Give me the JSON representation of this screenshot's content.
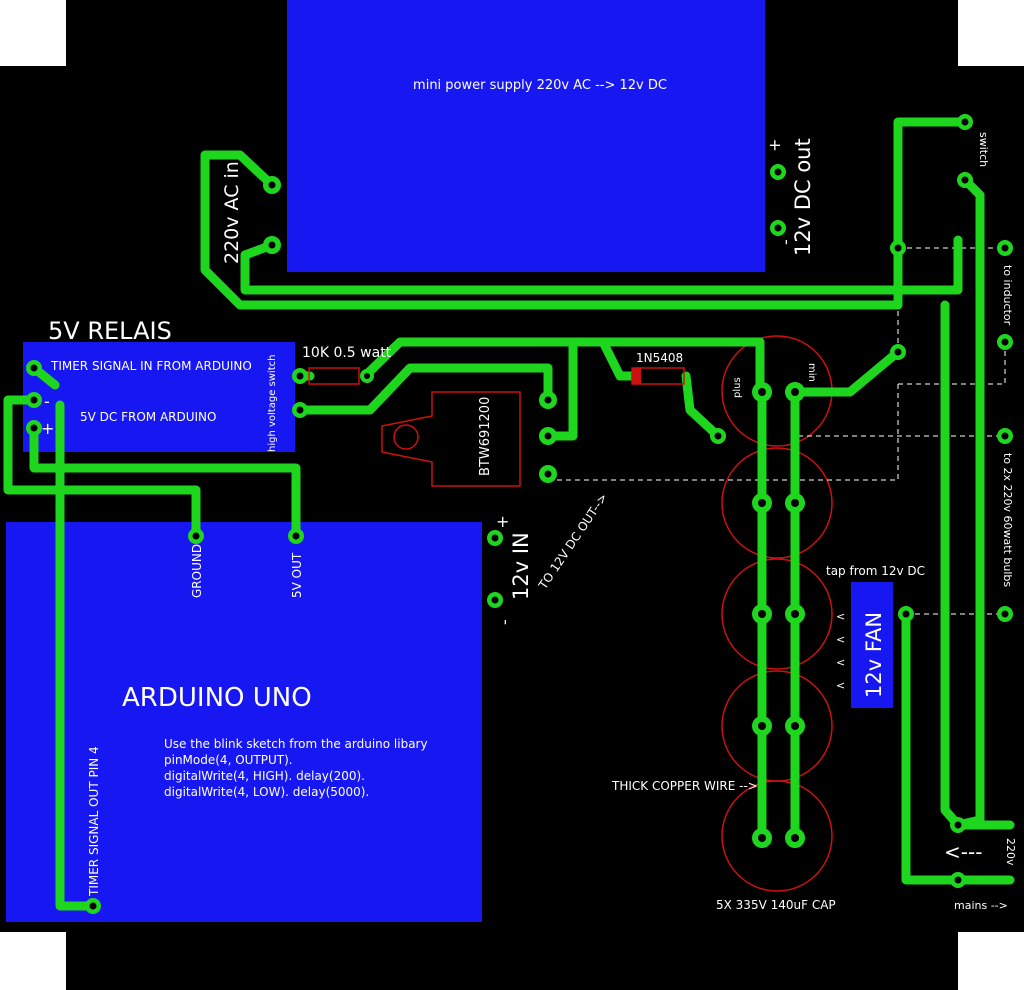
{
  "power_supply": {
    "title": "mini power supply 220v AC --> 12v DC",
    "ac_in": "220v AC in",
    "dc_out": "12v DC out",
    "plus": "+",
    "minus": "-"
  },
  "relay": {
    "title": "5V RELAIS",
    "signal_in": "TIMER SIGNAL IN FROM ARDUINO",
    "dc_in": "5V DC FROM ARDUINO",
    "switch": "high voltage switch",
    "minus": "-",
    "plus": "+"
  },
  "resistor": {
    "label": "10K 0.5 watt"
  },
  "diode": {
    "label": "1N5408"
  },
  "triac": {
    "label": "BTW691200"
  },
  "arduino": {
    "title": "ARDUINO UNO",
    "ground": "GROUND",
    "out5v": "5V OUT",
    "timer_out": "TIMER SIGNAL OUT PIN 4",
    "code": [
      "Use the blink sketch from the arduino libary",
      "pinMode(4, OUTPUT).",
      "digitalWrite(4, HIGH).  delay(200).",
      "digitalWrite(4, LOW).  delay(5000)."
    ]
  },
  "input12": {
    "label": "12v IN",
    "plus": "+",
    "minus": "-"
  },
  "to_dc_out": "TO 12V DC OUT-->",
  "caps": {
    "plus": "plus",
    "min": "min",
    "wire": "THICK COPPER WIRE -->",
    "label": "5X 335V 140uF CAP"
  },
  "fan": {
    "label": "12v FAN",
    "tap": "tap from 12v DC",
    "arrows": "<"
  },
  "right_side": {
    "switch": "switch",
    "inductor": "to inductor",
    "bulbs": "to 2x 220v 60watt bulbs",
    "v220": "220v",
    "mains": "mains -->",
    "arrow": "<---"
  },
  "colors": {
    "board": "#000000",
    "trace": "#1fd61f",
    "module": "#1717f2",
    "silk": "#ffffff",
    "cap_outline": "#cc1111"
  }
}
